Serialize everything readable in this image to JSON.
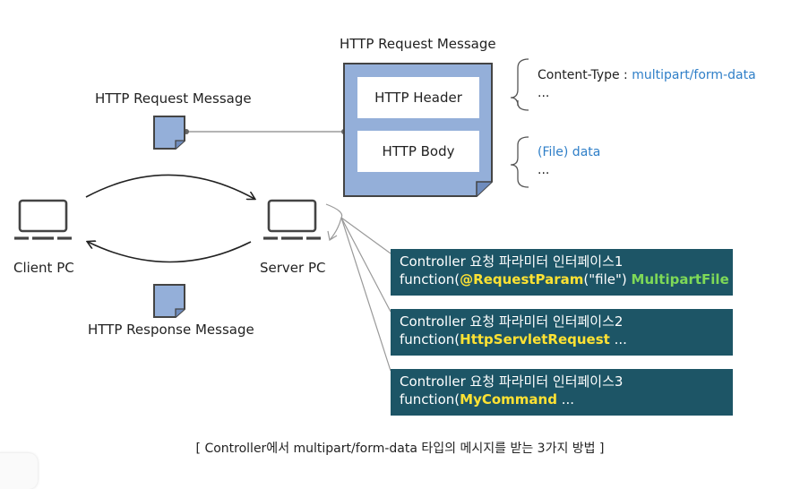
{
  "header": {
    "top_title": "HTTP Request Message",
    "header_label": "HTTP Header",
    "body_label": "HTTP Body"
  },
  "header_note": {
    "prefix": "Content-Type : ",
    "value": "multipart/form-data",
    "ellipsis": "..."
  },
  "body_note": {
    "value": "(File) data",
    "ellipsis": "..."
  },
  "request_doc_label": "HTTP Request Message",
  "response_doc_label": "HTTP Response Message",
  "client_label": "Client PC",
  "server_label": "Server PC",
  "controllers": [
    {
      "title": "Controller 요청 파라미터 인터페이스1",
      "prefix": "function(",
      "hl1": "@RequestParam",
      "mid": "(\"file\") ",
      "hl2": "MultipartFile",
      "suffix": " ..."
    },
    {
      "title": "Controller 요청 파라미터 인터페이스2",
      "prefix": "function(",
      "hl1": "HttpServletRequest",
      "suffix": " ..."
    },
    {
      "title": "Controller 요청 파라미터 인터페이스3",
      "prefix": "function(",
      "hl1": "MyCommand",
      "suffix": " ..."
    }
  ],
  "caption": "[ Controller에서 multipart/form-data 타입의 메시지를 받는 3가지 방법 ]",
  "colors": {
    "doc_fill": "#94afd9",
    "controller_bg": "#1d5566",
    "highlight_yellow": "#ffe233",
    "highlight_green": "#7ed957",
    "link_blue": "#2f7fc8"
  }
}
